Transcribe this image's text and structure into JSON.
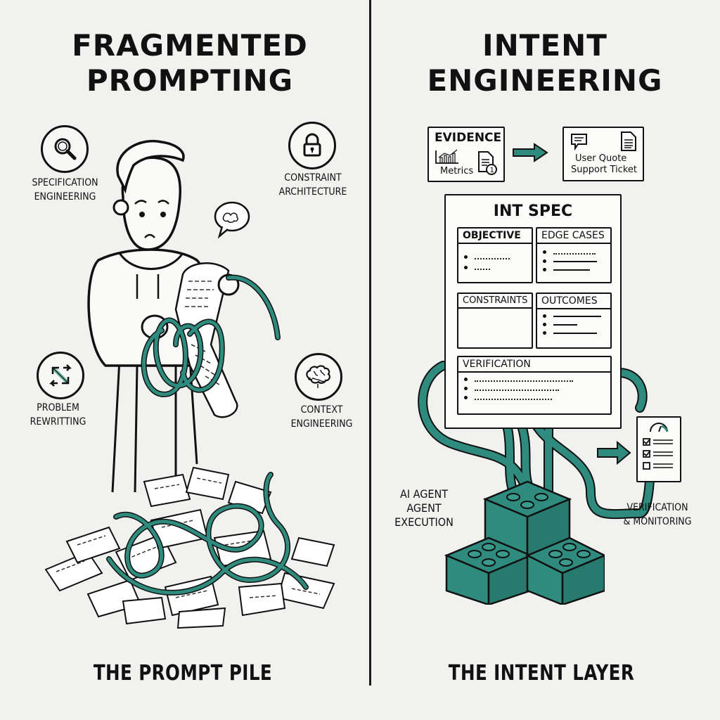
{
  "colors": {
    "background": "#f1f1ef",
    "ink": "#111111",
    "accent_teal": "#2e8b7e",
    "accent_teal_dark": "#1f6b60"
  },
  "left_panel": {
    "title_line1": "FRAGMENTED",
    "title_line2": "PROMPTING",
    "concepts": [
      {
        "icon": "magnifier-icon",
        "line1": "SPECIFICATION",
        "line2": "ENGINEERING"
      },
      {
        "icon": "padlock-icon",
        "line1": "CONSTRAINT",
        "line2": "ARCHITECTURE"
      },
      {
        "icon": "crossed-arrows-icon",
        "line1": "PROBLEM",
        "line2": "REWRITTING"
      },
      {
        "icon": "brain-icon",
        "line1": "CONTEXT",
        "line2": "ENGINEERING"
      }
    ],
    "illustration": "confused person holding a paper scroll and tangled teal cables above a pile of scattered notes",
    "footer": "THE PROMPT PILE"
  },
  "right_panel": {
    "title_line1": "INTENT",
    "title_line2": "ENGINEERING",
    "evidence": {
      "title": "EVIDENCE",
      "metrics_label": "Metrics"
    },
    "sources": {
      "line1": "User Quote",
      "line2": "Support Ticket"
    },
    "spec": {
      "title": "INT SPEC",
      "sections": [
        {
          "name": "OBJECTIVE"
        },
        {
          "name": "EDGE CASES"
        },
        {
          "name": "CONSTRAINTS"
        },
        {
          "name": "OUTCOMES"
        },
        {
          "name": "VERIFICATION"
        }
      ]
    },
    "agent_label": {
      "line1": "AI AGENT",
      "line2": "AGENT",
      "line3": "EXECUTION"
    },
    "verification_label": {
      "line1": "VERIFICATION",
      "line2": "& MONITORING"
    },
    "footer": "THE INTENT LAYER"
  }
}
